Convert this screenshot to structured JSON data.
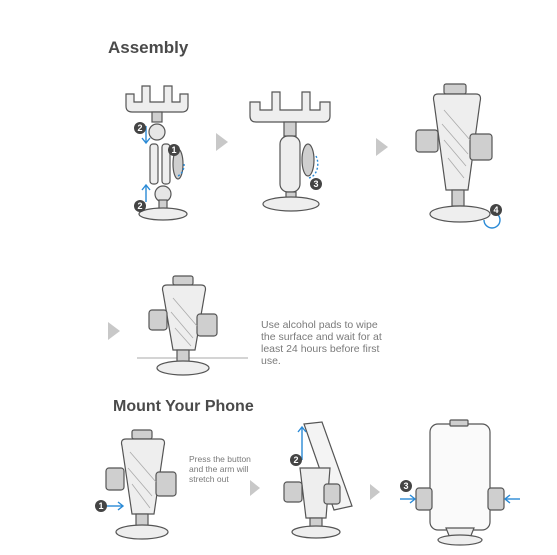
{
  "assembly": {
    "title": "Assembly",
    "alcohol_note": "Use alcohol pads to wipe the surface and wait for at least 24 hours before first use."
  },
  "mount": {
    "title": "Mount Your Phone",
    "press_note": "Press the button and the arm will stretch out"
  },
  "steps": {
    "one": "1",
    "two": "2",
    "three": "3",
    "four": "4"
  },
  "colors": {
    "line": "#555555",
    "fill_light": "#eeeeee",
    "fill_mid": "#cfcfcf",
    "arrow_blue": "#2a8ad6",
    "badge": "#444444",
    "chevron": "#c8c8c8"
  }
}
